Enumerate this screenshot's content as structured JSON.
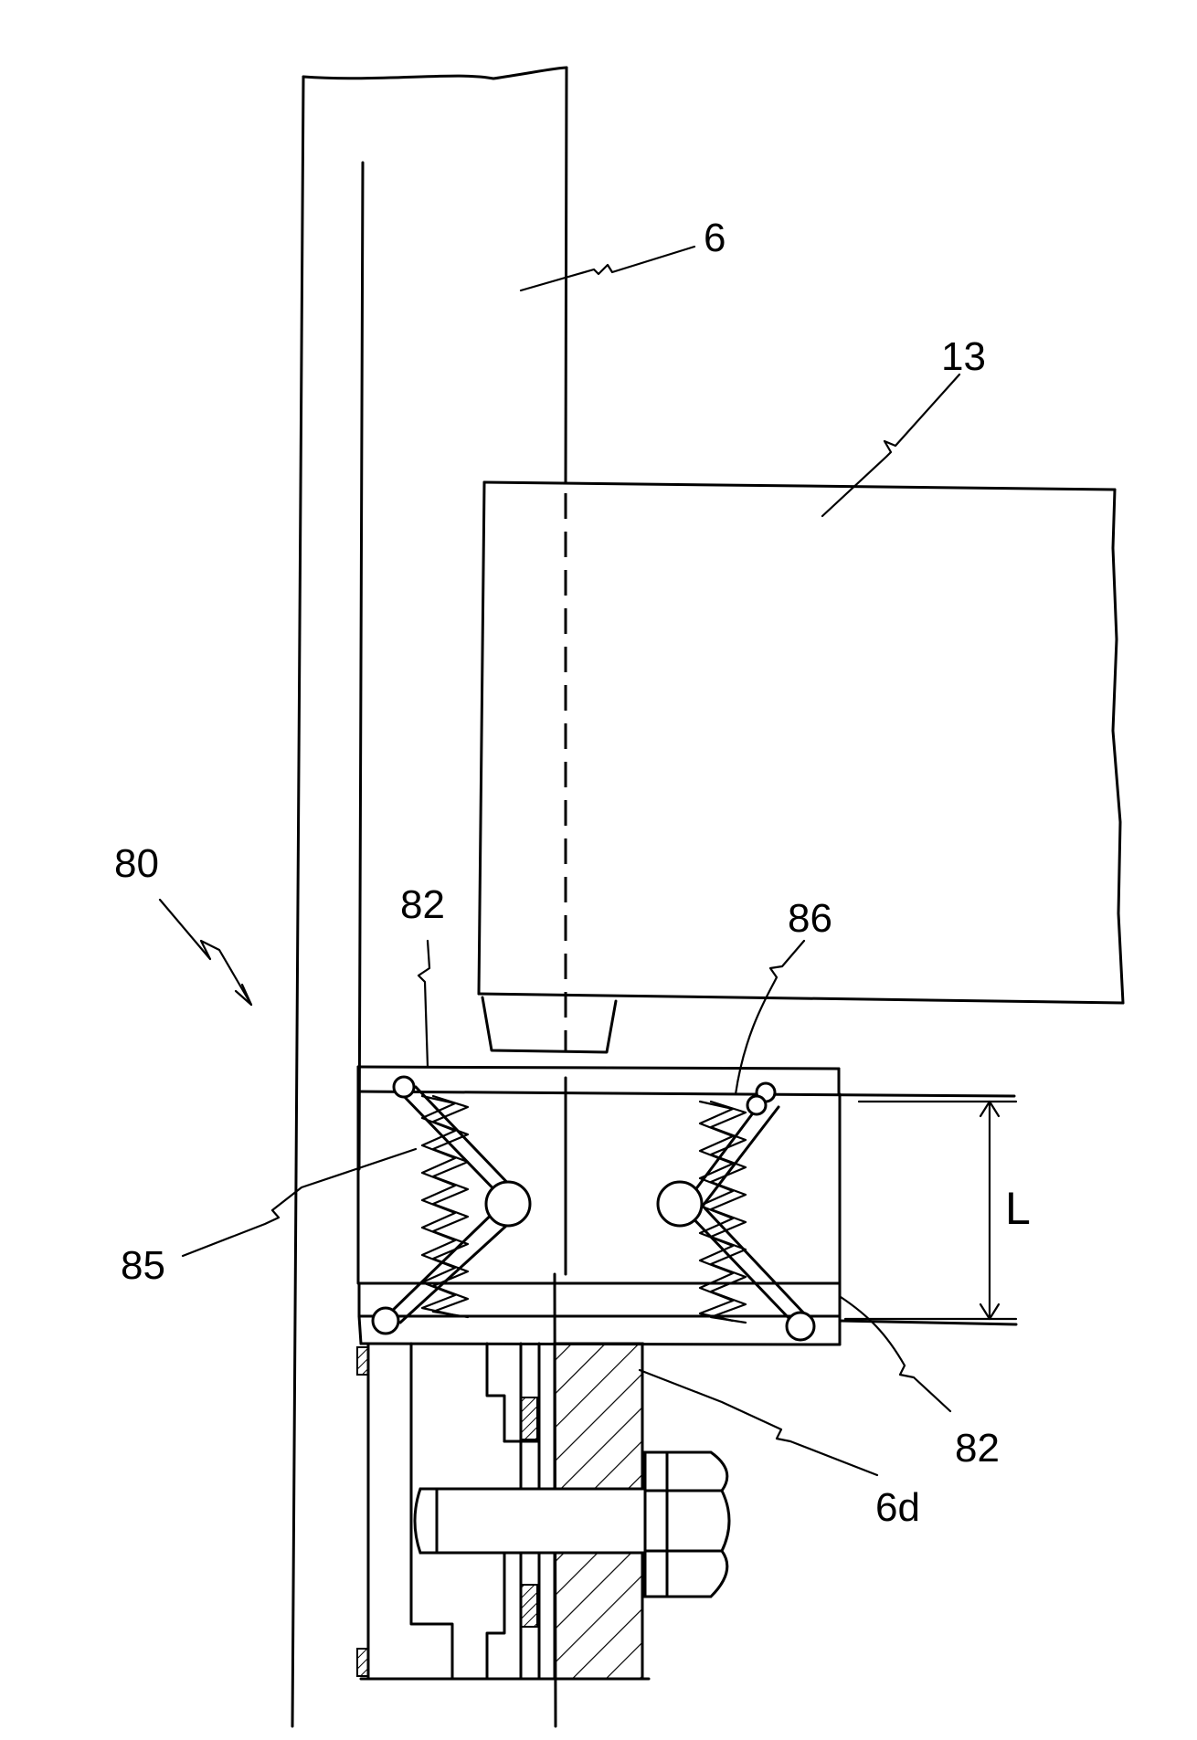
{
  "figure": {
    "labels": {
      "rail": "6",
      "car": "13",
      "assembly": "80",
      "plate_top": "82",
      "plate_bottom": "82",
      "damper": "86",
      "spring": "85",
      "dimension": "L",
      "bracket": "6d"
    }
  }
}
